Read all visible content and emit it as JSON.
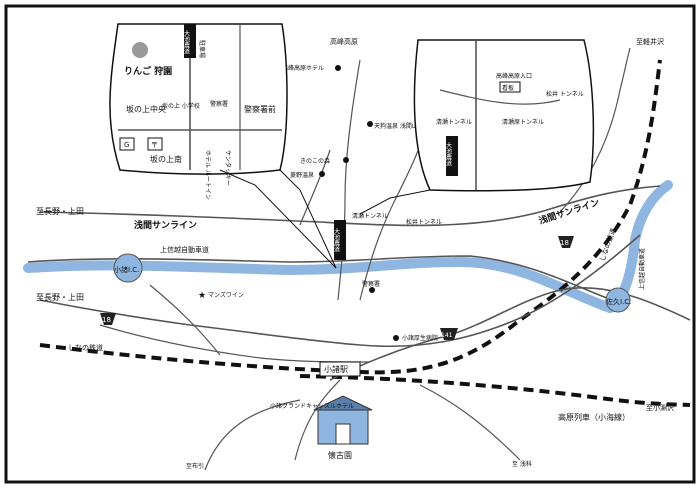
{
  "labels": {
    "takamine": "高峰高原",
    "takamine_hotel": "高峰高原ホテル",
    "tenguonsen": "天狗温泉\n浅間山荘",
    "kinoko": "きのこの森",
    "hishino": "菱野温泉",
    "karuizawa": "至軽井沢",
    "asama_sunline_left": "浅間サンライン",
    "asama_sunline_right": "浅間サンライン",
    "jo_nagano_1": "至長野・上田",
    "jo_nagano_2": "至長野・上田",
    "joshinetsu": "上信越自動車道",
    "joshinetsu_v": "上信越自動車道",
    "komoro_ic": "小諸I.C.",
    "saku_ic": "佐久I.C.",
    "shinano_rail_left": "しなの鉄道",
    "shinano_rail_right": "しなの鉄道",
    "koumi": "高原列車（小海線）",
    "jo_kobuchizawa": "至小淵沢",
    "jo_asashina": "至 浅科",
    "jo_nunobiki": "至布引",
    "kaikoen": "懐古園",
    "komoro_station": "小諸駅",
    "mars_wine": "マンズワイン",
    "police": "警察署",
    "hospital": "小諸厚生病院",
    "grand_castle": "小諸グランドキャッスルホテル",
    "kiyoseki": "清瀬トンネル",
    "matsui": "松井トンネル",
    "oike_road": "大池農道",
    "route18": "18",
    "route141": "141"
  },
  "inset_left": {
    "oike_road": "大池農道",
    "parking": "駐車場",
    "apple": "りんご\n狩園",
    "sakanoue_chuo": "坂の上中央",
    "sakanoue_school": "坂の上\n小学校",
    "police": "警察署",
    "police_mae": "警察署前",
    "g_label": "G",
    "post_label": "〒",
    "sakanoue_minami": "坂の上南",
    "hotel_route_inn": "ホテル\nルートイン",
    "kfc": "ケンタッキー"
  },
  "inset_right": {
    "oike_road": "大池農道",
    "takamine_entry": "高峰高原入口",
    "signboard": "看板",
    "matsui": "松井\nトンネル",
    "kiyoseki": "清瀬トンネル",
    "kiyoseki2": "清瀬原トンネル"
  }
}
